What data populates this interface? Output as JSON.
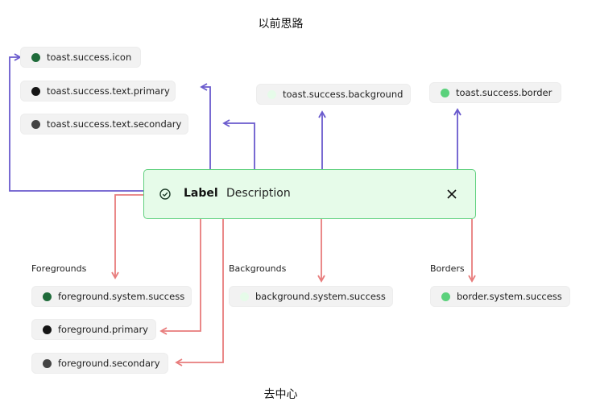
{
  "headings": {
    "top": "以前思路",
    "bottom": "去中心"
  },
  "old_tokens": {
    "icon": {
      "label": "toast.success.icon",
      "color": "#1f6b3a"
    },
    "text_primary": {
      "label": "toast.success.text.primary",
      "color": "#151515"
    },
    "text_secondary": {
      "label": "toast.success.text.secondary",
      "color": "#444444"
    },
    "background": {
      "label": "toast.success.background",
      "color": "#e6fbe9"
    },
    "border": {
      "label": "toast.success.border",
      "color": "#5bd17c"
    }
  },
  "toast": {
    "label": "Label",
    "description": "Description",
    "status_icon": "check-circle-icon",
    "close_icon": "close-icon"
  },
  "sections": {
    "foregrounds": "Foregrounds",
    "backgrounds": "Backgrounds",
    "borders": "Borders"
  },
  "new_tokens": {
    "fg_success": {
      "label": "foreground.system.success",
      "color": "#1f6b3a"
    },
    "fg_primary": {
      "label": "foreground.primary",
      "color": "#151515"
    },
    "fg_secondary": {
      "label": "foreground.secondary",
      "color": "#444444"
    },
    "bg_success": {
      "label": "background.system.success",
      "color": "#e6fbe9"
    },
    "border_success": {
      "label": "border.system.success",
      "color": "#5bd17c"
    }
  },
  "colors": {
    "old_arrow": "#6a5acd",
    "new_arrow": "#e87c7c"
  }
}
